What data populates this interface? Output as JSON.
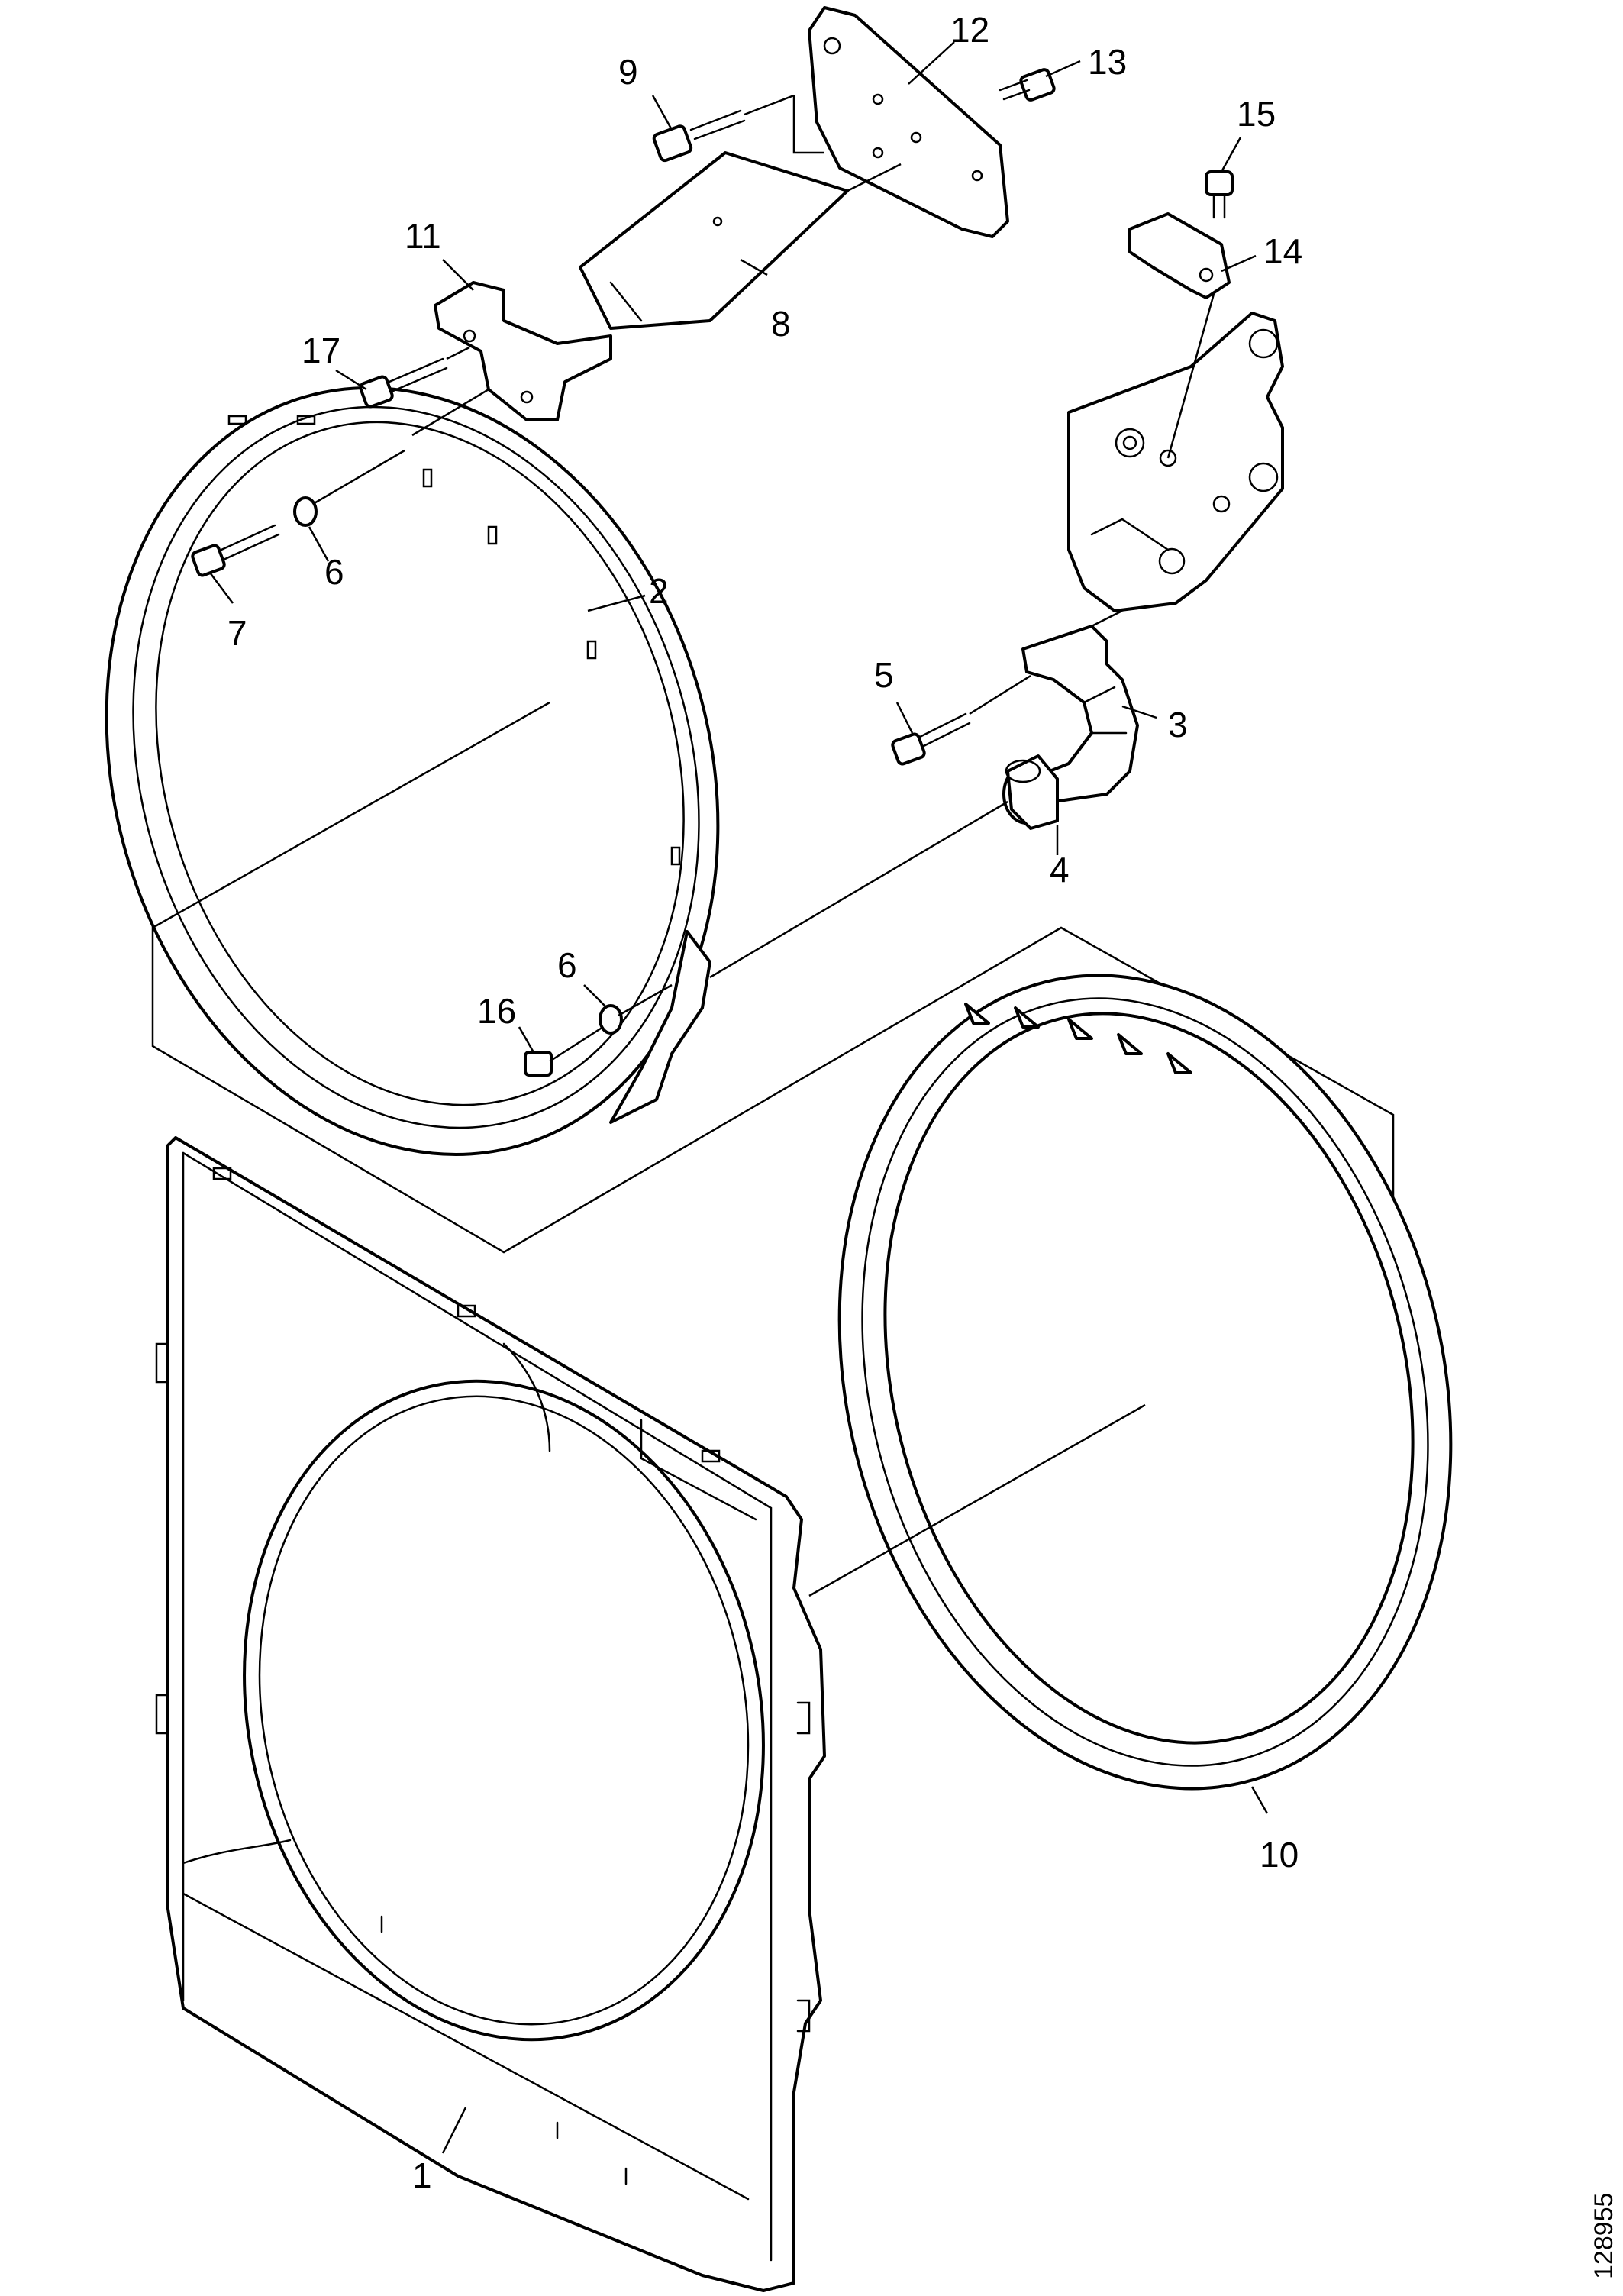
{
  "diagram": {
    "document_number": "128955",
    "callouts": [
      "1",
      "2",
      "3",
      "4",
      "5",
      "6",
      "6",
      "7",
      "8",
      "9",
      "10",
      "11",
      "12",
      "13",
      "14",
      "15",
      "16",
      "17"
    ]
  }
}
